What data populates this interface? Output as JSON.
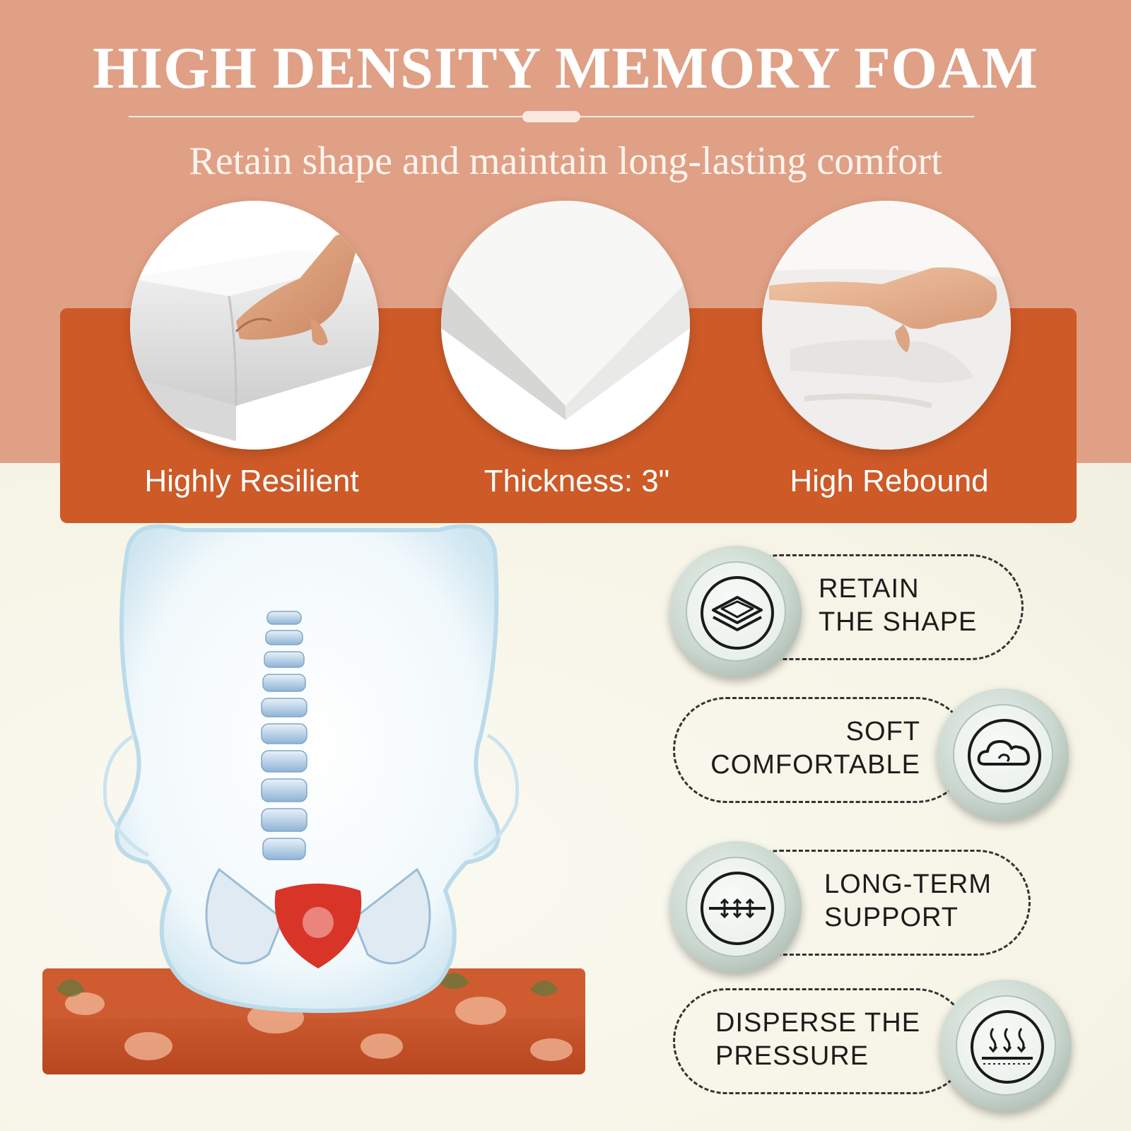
{
  "header": {
    "title": "HIGH DENSITY MEMORY FOAM",
    "subtitle": "Retain shape and maintain long-lasting comfort"
  },
  "features": [
    {
      "label": "Highly Resilient",
      "image": "hand-pressing-foam"
    },
    {
      "label": "Thickness: 3\"",
      "image": "foam-slab-corner"
    },
    {
      "label": "High Rebound",
      "image": "hand-imprint-foam"
    }
  ],
  "badges": [
    {
      "line1": "RETAIN",
      "line2": "THE SHAPE",
      "icon": "layers-box-icon"
    },
    {
      "line1": "SOFT",
      "line2": "COMFORTABLE",
      "icon": "cloud-icon"
    },
    {
      "line1": "LONG-TERM",
      "line2": "SUPPORT",
      "icon": "support-arrows-icon"
    },
    {
      "line1": "DISPERSE THE",
      "line2": "PRESSURE",
      "icon": "heat-waves-icon"
    }
  ],
  "colors": {
    "top_band": "#e0a086",
    "orange_band": "#cd5a27",
    "background": "#faf8ee",
    "cushion": "#c8552c"
  }
}
